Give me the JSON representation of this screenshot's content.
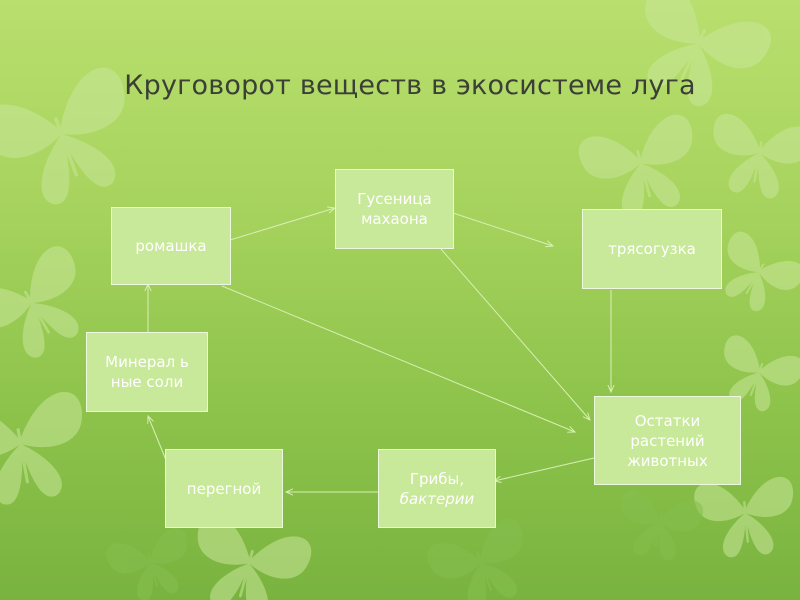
{
  "title": "Круговорот веществ в экосистеме луга",
  "nodes": {
    "romashka": "ромашка",
    "gusenitsa": "Гусеница махаона",
    "tryasoguzka": "трясогузка",
    "mineral": "Минерал ь\nные соли",
    "ostatki": "Остатки растений животных",
    "peregnoy": "перегной",
    "griby_line1": "Грибы,",
    "griby_line2": "бактерии"
  },
  "colors": {
    "background": "#a6d35d",
    "node_fill": "#c8e89a",
    "node_border": "#eef8e0",
    "arrow": "#d9efb5",
    "title_text": "#3b3f36"
  }
}
